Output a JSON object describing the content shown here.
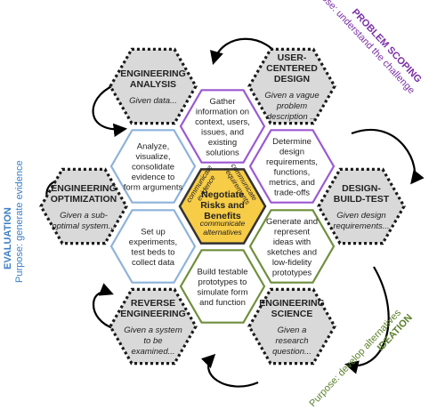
{
  "center": {
    "title_lines": [
      "Negotiate",
      "Risks and",
      "Benefits"
    ],
    "left_arc_lines": [
      "communicate",
      "evidence"
    ],
    "right_arc_lines": [
      "communicate",
      "requirements"
    ],
    "bottom_lines": [
      "communicate",
      "alternatives"
    ],
    "colors": {
      "fill": "#F7CC47",
      "stroke": "#333333"
    }
  },
  "inner_ring": [
    {
      "id": "gather",
      "color": "#9B59D0",
      "lines": [
        "Gather",
        "information on",
        "context, users,",
        "issues, and",
        "existing",
        "solutions"
      ]
    },
    {
      "id": "determine",
      "color": "#9B59D0",
      "lines": [
        "Determine",
        "design",
        "requirements,",
        "functions,",
        "metrics, and",
        "trade-offs"
      ]
    },
    {
      "id": "generate",
      "color": "#6F8F3C",
      "lines": [
        "Generate and",
        "represent",
        "ideas with",
        "sketches and",
        "low-fidelity",
        "prototypes"
      ]
    },
    {
      "id": "build",
      "color": "#6F8F3C",
      "lines": [
        "Build testable",
        "prototypes to",
        "simulate form",
        "and function"
      ]
    },
    {
      "id": "setup",
      "color": "#8EB3DA",
      "lines": [
        "Set up",
        "experiments,",
        "test beds to",
        "collect data"
      ]
    },
    {
      "id": "analyze",
      "color": "#8EB3DA",
      "lines": [
        "Analyze,",
        "visualize,",
        "consolidate",
        "evidence to",
        "form arguments"
      ]
    }
  ],
  "outer_ring": [
    {
      "id": "engineering-analysis",
      "title_lines": [
        "ENGINEERING",
        "ANALYSIS"
      ],
      "given_lines": [
        "Given data..."
      ]
    },
    {
      "id": "user-centered-design",
      "title_lines": [
        "USER-",
        "CENTERED",
        "DESIGN"
      ],
      "given_lines": [
        "Given a vague",
        "problem",
        "description ..."
      ]
    },
    {
      "id": "design-build-test",
      "title_lines": [
        "DESIGN-",
        "BUILD-TEST"
      ],
      "given_lines": [
        "Given design",
        "requirements..."
      ]
    },
    {
      "id": "engineering-science",
      "title_lines": [
        "ENGINEERING",
        "SCIENCE"
      ],
      "given_lines": [
        "Given a",
        "research",
        "question..."
      ]
    },
    {
      "id": "reverse-engineering",
      "title_lines": [
        "REVERSE",
        "ENGINEERING"
      ],
      "given_lines": [
        "Given a system",
        "to be",
        "examined..."
      ]
    },
    {
      "id": "engineering-optimization",
      "title_lines": [
        "ENGINEERING",
        "OPTIMIZATION"
      ],
      "given_lines": [
        "Given a sub-",
        "optimal system..."
      ]
    }
  ],
  "purposes": {
    "problem_scoping": {
      "title": "PROBLEM SCOPING",
      "purpose": "Purpose: understand the challenge",
      "color": "#7B2FA8"
    },
    "evaluation": {
      "title": "EVALUATION",
      "purpose": "Purpose: generate evidence",
      "color": "#3B7FC4"
    },
    "ideation": {
      "title": "IDEATION",
      "purpose": "Purpose: develop alternatives",
      "color": "#5A7F2A"
    }
  },
  "outer_hex_colors": {
    "fill": "#D9D9D9",
    "stroke": "#1a1a1a"
  }
}
